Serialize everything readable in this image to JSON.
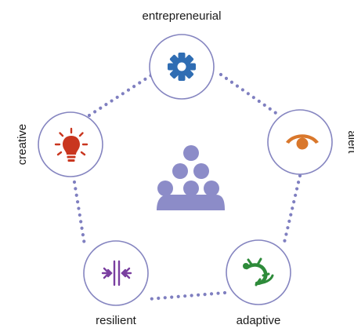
{
  "center": {
    "icon": "group-people-icon",
    "color": "#8c8cc8"
  },
  "ring": {
    "dot_color": "#7f7fc0",
    "circle_stroke": "#8585c0"
  },
  "nodes": [
    {
      "id": "entrepreneurial",
      "label": "entrepreneurial",
      "icon": "gear-icon",
      "icon_color": "#2f6db3"
    },
    {
      "id": "alert",
      "label": "alert",
      "icon": "eye-icon",
      "icon_color": "#d9772b"
    },
    {
      "id": "adaptive",
      "label": "adaptive",
      "icon": "lizard-icon",
      "icon_color": "#2e8b3a"
    },
    {
      "id": "resilient",
      "label": "resilient",
      "icon": "compress-arrows-icon",
      "icon_color": "#7a3fa0"
    },
    {
      "id": "creative",
      "label": "creative",
      "icon": "lightbulb-icon",
      "icon_color": "#c9361f"
    }
  ]
}
